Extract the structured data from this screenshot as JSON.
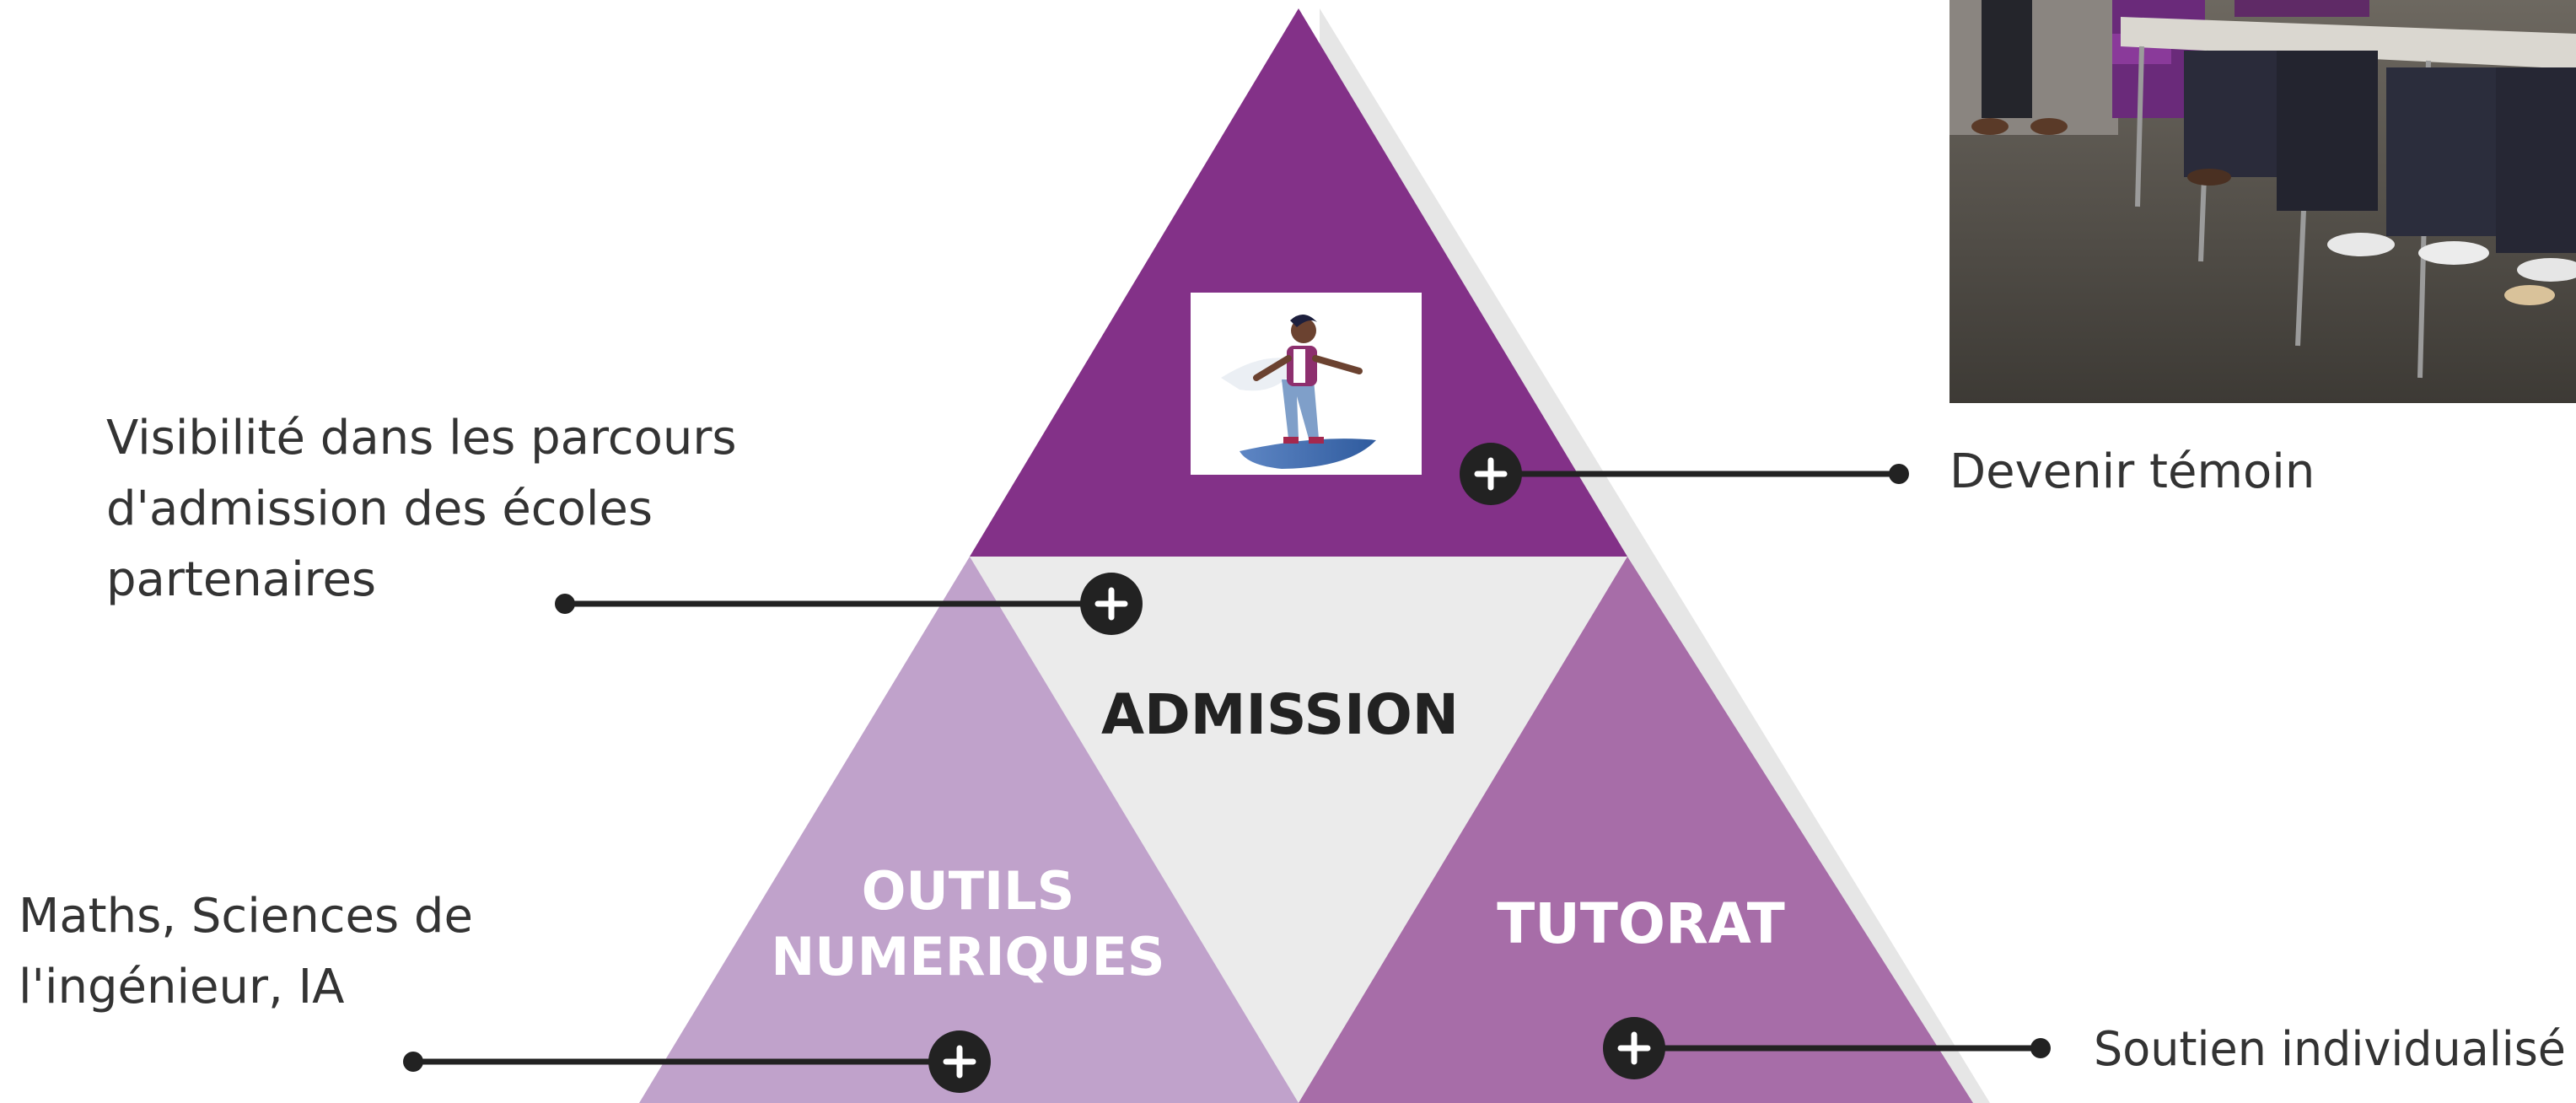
{
  "diagram": {
    "segments": {
      "top_label": "",
      "center_label": "ADMISSION",
      "left_label_line1": "OUTILS",
      "left_label_line2": "NUMERIQUES",
      "right_label": "TUTORAT"
    },
    "callouts": {
      "top_left": {
        "line1": "Visibilité dans les parcours",
        "line2": "d'admission des écoles",
        "line3": "partenaires"
      },
      "top_right": {
        "line1": "Devenir témoin"
      },
      "bottom_left": {
        "line1": "Maths, Sciences de",
        "line2": "l'ingénieur, IA"
      },
      "bottom_right": {
        "line1": "Soutien individualisé"
      }
    },
    "colors": {
      "top_triangle": "#833188",
      "left_triangle": "#C0A2CB",
      "right_triangle": "#A76DA8",
      "center_triangle": "#EBEBEB",
      "shadow": "#E6E6E6",
      "plus_button": "#222222",
      "connector": "#222222",
      "callout_text": "#333333",
      "center_text": "#222222",
      "segment_text": "#FFFFFF"
    },
    "icons": {
      "plus": "plus-icon",
      "surfer": "surfer-illustration",
      "photo": "meeting-room-photo"
    }
  }
}
